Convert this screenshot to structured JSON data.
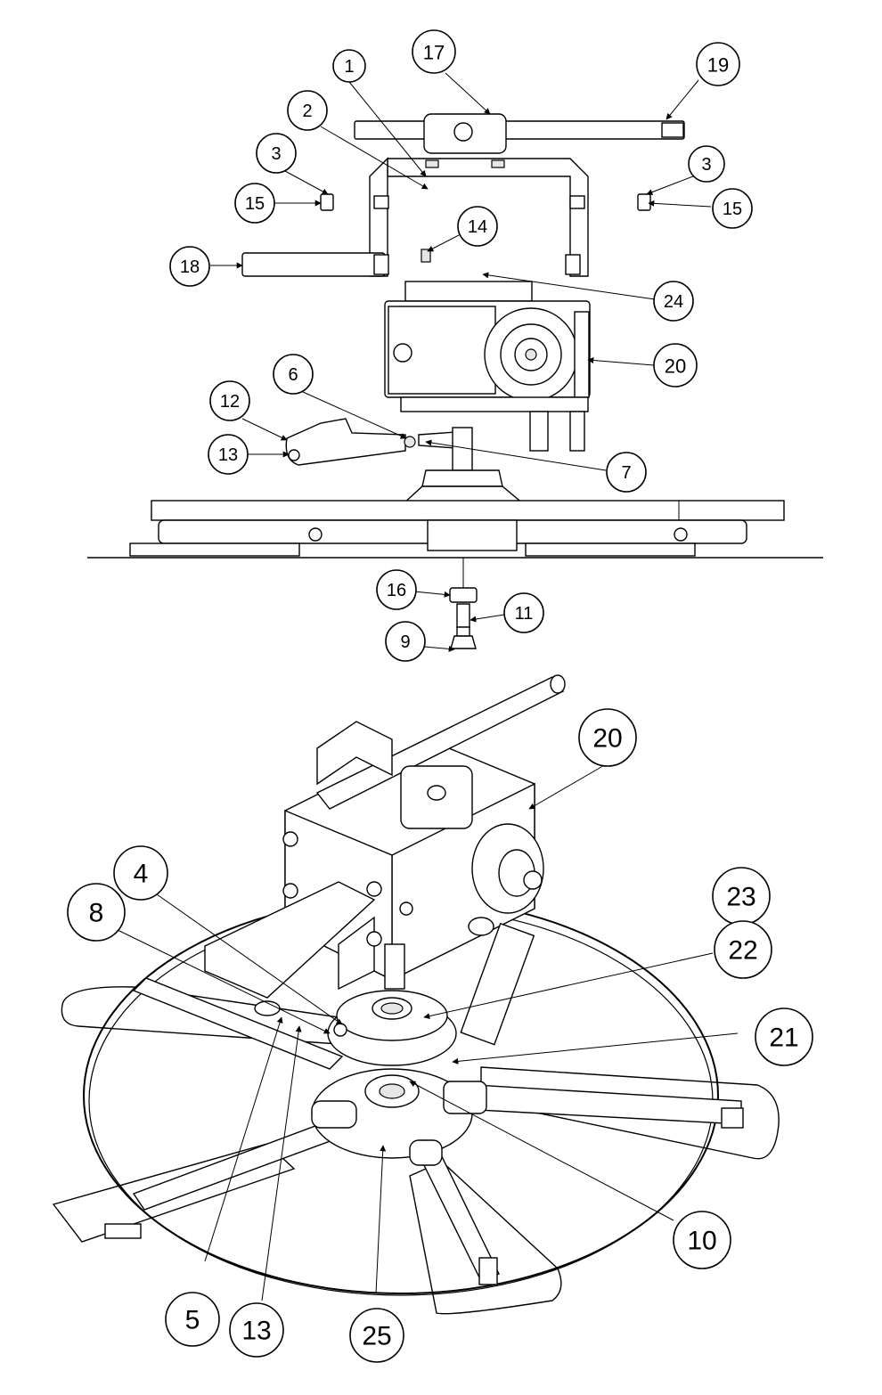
{
  "balloons_top": [
    {
      "id": "b1",
      "label": "1"
    },
    {
      "id": "b2",
      "label": "2"
    },
    {
      "id": "b3a",
      "label": "3"
    },
    {
      "id": "b3b",
      "label": "3"
    },
    {
      "id": "b15a",
      "label": "15"
    },
    {
      "id": "b15b",
      "label": "15"
    },
    {
      "id": "b17",
      "label": "17"
    },
    {
      "id": "b19",
      "label": "19"
    },
    {
      "id": "b14",
      "label": "14"
    },
    {
      "id": "b18",
      "label": "18"
    },
    {
      "id": "b24",
      "label": "24"
    },
    {
      "id": "b20a",
      "label": "20"
    },
    {
      "id": "b6",
      "label": "6"
    },
    {
      "id": "b12",
      "label": "12"
    },
    {
      "id": "b13a",
      "label": "13"
    },
    {
      "id": "b7",
      "label": "7"
    },
    {
      "id": "b16",
      "label": "16"
    },
    {
      "id": "b11",
      "label": "11"
    },
    {
      "id": "b9",
      "label": "9"
    }
  ],
  "balloons_bottom": [
    {
      "id": "b20b",
      "label": "20"
    },
    {
      "id": "b23",
      "label": "23"
    },
    {
      "id": "b4",
      "label": "4"
    },
    {
      "id": "b8",
      "label": "8"
    },
    {
      "id": "b22",
      "label": "22"
    },
    {
      "id": "b21",
      "label": "21"
    },
    {
      "id": "b10",
      "label": "10"
    },
    {
      "id": "b5",
      "label": "5"
    },
    {
      "id": "b13b",
      "label": "13"
    },
    {
      "id": "b25",
      "label": "25"
    }
  ]
}
